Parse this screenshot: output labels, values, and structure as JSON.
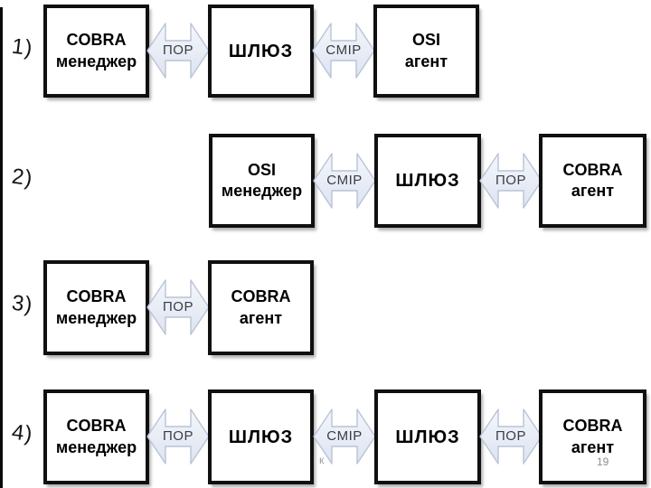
{
  "slide": {
    "page_number": "19",
    "stray_mark": "к"
  },
  "colors": {
    "box_border": "#101010",
    "box_fill": "#ffffff",
    "arrow_fill_top": "#f4f7fb",
    "arrow_fill_bottom": "#dde4f1",
    "arrow_outline": "#b9c3d5",
    "box_text": "#000000",
    "arrow_text": "#3c3c44",
    "muted_text": "#8f8f8f"
  },
  "diagram": {
    "rows": [
      {
        "label": "1)",
        "sequence": [
          {
            "kind": "box",
            "line1": "COBRA",
            "line2": "менеджер"
          },
          {
            "kind": "arrow",
            "label": "ПОР"
          },
          {
            "kind": "box",
            "line1": "ШЛЮЗ",
            "line2": ""
          },
          {
            "kind": "arrow",
            "label": "CMIP"
          },
          {
            "kind": "box",
            "line1": "OSI",
            "line2": "агент"
          }
        ]
      },
      {
        "label": "2)",
        "sequence": [
          {
            "kind": "box",
            "line1": "OSI",
            "line2": "менеджер"
          },
          {
            "kind": "arrow",
            "label": "CMIP"
          },
          {
            "kind": "box",
            "line1": "ШЛЮЗ",
            "line2": ""
          },
          {
            "kind": "arrow",
            "label": "ПОР"
          },
          {
            "kind": "box",
            "line1": "COBRA",
            "line2": "агент"
          }
        ]
      },
      {
        "label": "3)",
        "sequence": [
          {
            "kind": "box",
            "line1": "COBRA",
            "line2": "менеджер"
          },
          {
            "kind": "arrow",
            "label": "ПОР"
          },
          {
            "kind": "box",
            "line1": "COBRA",
            "line2": "агент"
          }
        ]
      },
      {
        "label": "4)",
        "sequence": [
          {
            "kind": "box",
            "line1": "COBRA",
            "line2": "менеджер"
          },
          {
            "kind": "arrow",
            "label": "ПОР"
          },
          {
            "kind": "box",
            "line1": "ШЛЮЗ",
            "line2": ""
          },
          {
            "kind": "arrow",
            "label": "CMIP"
          },
          {
            "kind": "box",
            "line1": "ШЛЮЗ",
            "line2": ""
          },
          {
            "kind": "arrow",
            "label": "ПОР"
          },
          {
            "kind": "box",
            "line1": "COBRA",
            "line2": "агент"
          }
        ]
      }
    ]
  }
}
